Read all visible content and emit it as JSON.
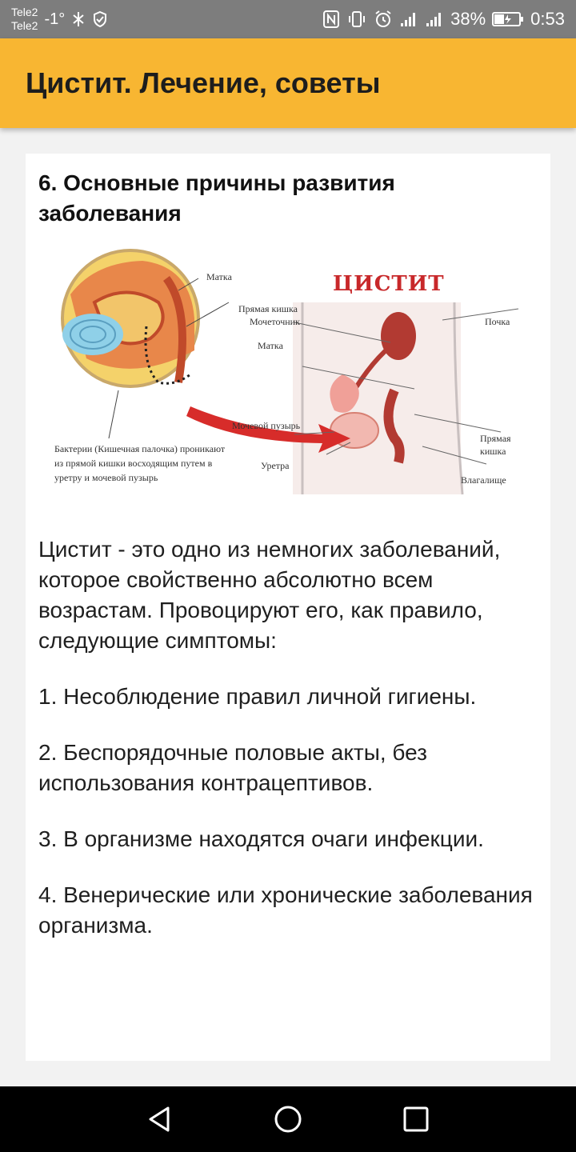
{
  "status_bar": {
    "carrier_1": "Tele2",
    "carrier_2": "Tele2",
    "temperature": "-1°",
    "battery": "38%",
    "time": "0:53"
  },
  "app_bar": {
    "title": "Цистит. Лечение, советы"
  },
  "article": {
    "section_title": "6. Основные причины развития заболевания",
    "figure": {
      "title": "ЦИСТИТ",
      "labels": {
        "uterus_top": "Матка",
        "rectum_top": "Прямая кишка",
        "ureter": "Мочеточник",
        "uterus": "Матка",
        "kidney": "Почка",
        "bladder": "Мочевой пузырь",
        "urethra": "Уретра",
        "rectum": "Прямая кишка",
        "vagina": "Влагалище"
      },
      "caption": "Бактерии (Кишечная палочка) проникают из прямой кишки восходящим путем в уретру и мочевой пузырь"
    },
    "paragraphs": [
      "Цистит - это одно из немногих заболеваний, которое свойственно абсолютно всем возрастам. Провоцируют его, как правило, следующие симптомы:",
      "1. Несоблюдение правил личной гигиены.",
      "2. Беспорядочные половые акты, без использования контрацептивов.",
      "3. В организме находятся очаги инфекции.",
      "4. Венерические или хронические заболевания организма."
    ]
  },
  "colors": {
    "app_bar": "#f8b632",
    "status_bar": "#7d7d7d",
    "figure_title": "#c8282a"
  }
}
